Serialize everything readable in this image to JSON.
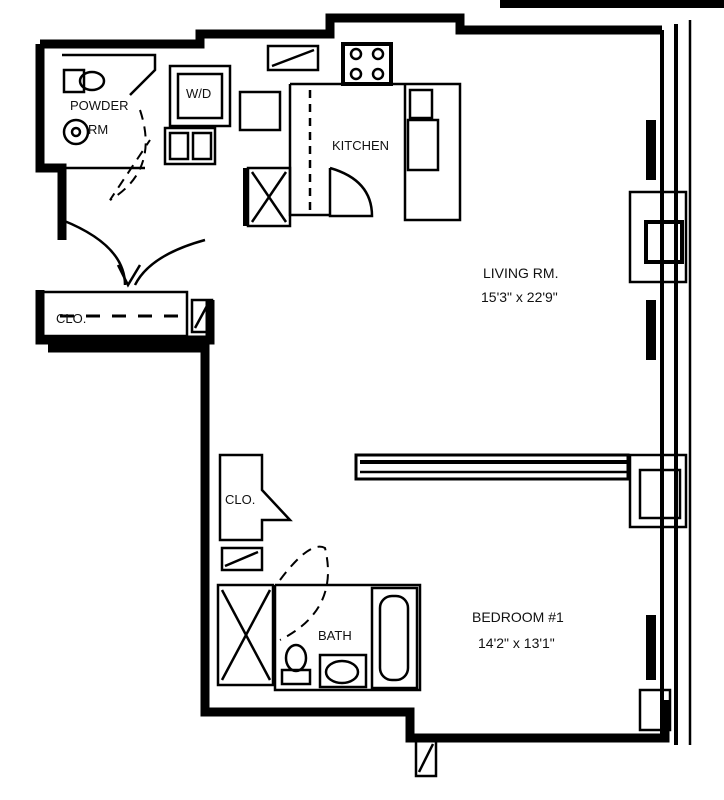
{
  "rooms": {
    "powder": {
      "line1": "POWDER",
      "line2": "RM"
    },
    "wd": "W/D",
    "kitchen": "KITCHEN",
    "living": {
      "name": "LIVING RM.",
      "dims": "15'3\" x 22'9\""
    },
    "closet_entry": "CLO.",
    "closet_bed": "CLO.",
    "bath": "BATH",
    "bedroom": {
      "name": "BEDROOM #1",
      "dims": "14'2\" x 13'1\""
    }
  },
  "colors": {
    "wall": "#000000",
    "background": "#ffffff"
  }
}
